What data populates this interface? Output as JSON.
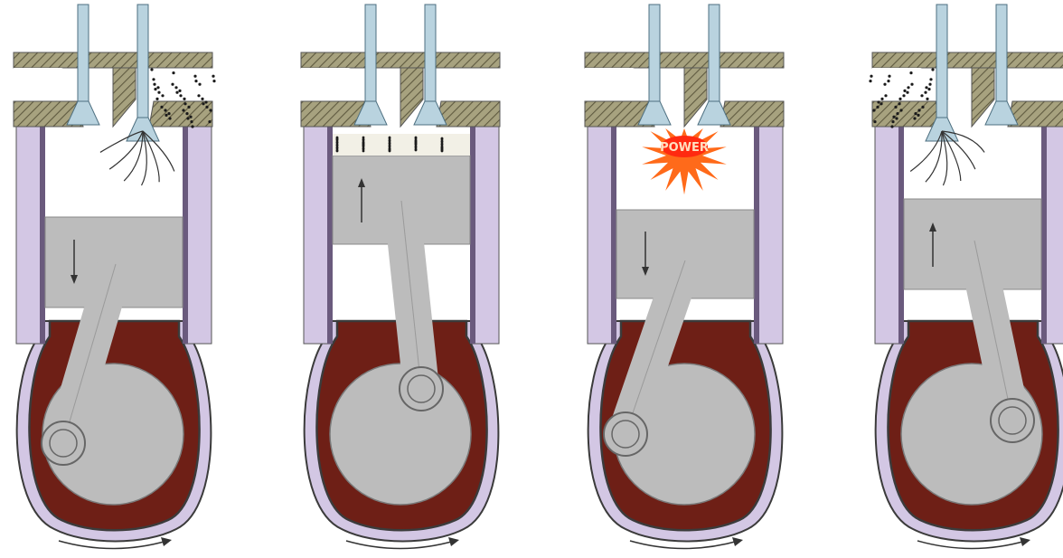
{
  "colors": {
    "background": "#ffffff",
    "cylinder_head": "#a7a27f",
    "head_hatch": "#5f5a40",
    "valve": "#b9d3df",
    "valve_edge": "#4d6f80",
    "cylinder_wall": "#d3c7e4",
    "cylinder_liner": "#6a5a7d",
    "chamber_empty": "#ffffff",
    "piston": "#bcbcbc",
    "crankcase_oil": "#6e1f16",
    "crankcase_outline": "#3b3b3b",
    "explosion_outer": "#ff6a1a",
    "explosion_inner": "#ff2a10",
    "mixture_dots": "#1b1b1b",
    "arrow": "#333333"
  },
  "strokes": [
    {
      "id": "intake",
      "piston_direction": "down",
      "chamber": "fresh-mixture-intake"
    },
    {
      "id": "compression",
      "piston_direction": "up",
      "chamber": "compressed-mixture"
    },
    {
      "id": "power",
      "piston_direction": "down",
      "chamber": "combustion",
      "label": "POWER"
    },
    {
      "id": "exhaust",
      "piston_direction": "up",
      "chamber": "exhaust-gases"
    }
  ]
}
